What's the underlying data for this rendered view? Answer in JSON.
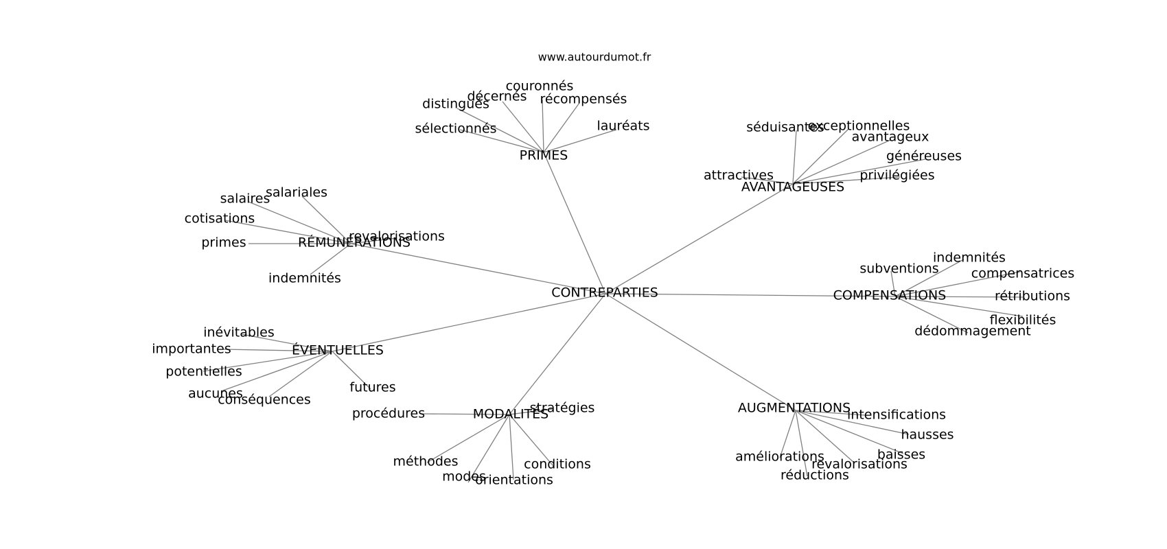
{
  "credit": "www.autourdumot.fr",
  "center": "CONTREPARTIES",
  "hubs": [
    {
      "label": "PRIMES",
      "words": [
        "couronnés",
        "décernés",
        "distingués",
        "récompensés",
        "sélectionnés",
        "lauréats"
      ]
    },
    {
      "label": "AVANTAGEUSES",
      "words": [
        "séduisantes",
        "exceptionnelles",
        "avantageux",
        "généreuses",
        "attractives",
        "privilégiées"
      ]
    },
    {
      "label": "RÉMUNÉRATIONS",
      "words": [
        "salariales",
        "salaires",
        "cotisations",
        "revalorisations",
        "primes",
        "indemnités"
      ]
    },
    {
      "label": "COMPENSATIONS",
      "words": [
        "indemnités",
        "subventions",
        "compensatrices",
        "rétributions",
        "flexibilités",
        "dédommagement"
      ]
    },
    {
      "label": "ÉVENTUELLES",
      "words": [
        "inévitables",
        "importantes",
        "potentielles",
        "aucunes",
        "conséquences",
        "futures"
      ]
    },
    {
      "label": "MODALITÉS",
      "words": [
        "stratégies",
        "procédures",
        "méthodes",
        "modes",
        "orientations",
        "conditions"
      ]
    },
    {
      "label": "AUGMENTATIONS",
      "words": [
        "intensifications",
        "hausses",
        "baisses",
        "revalorisations",
        "réductions",
        "améliorations"
      ]
    }
  ]
}
